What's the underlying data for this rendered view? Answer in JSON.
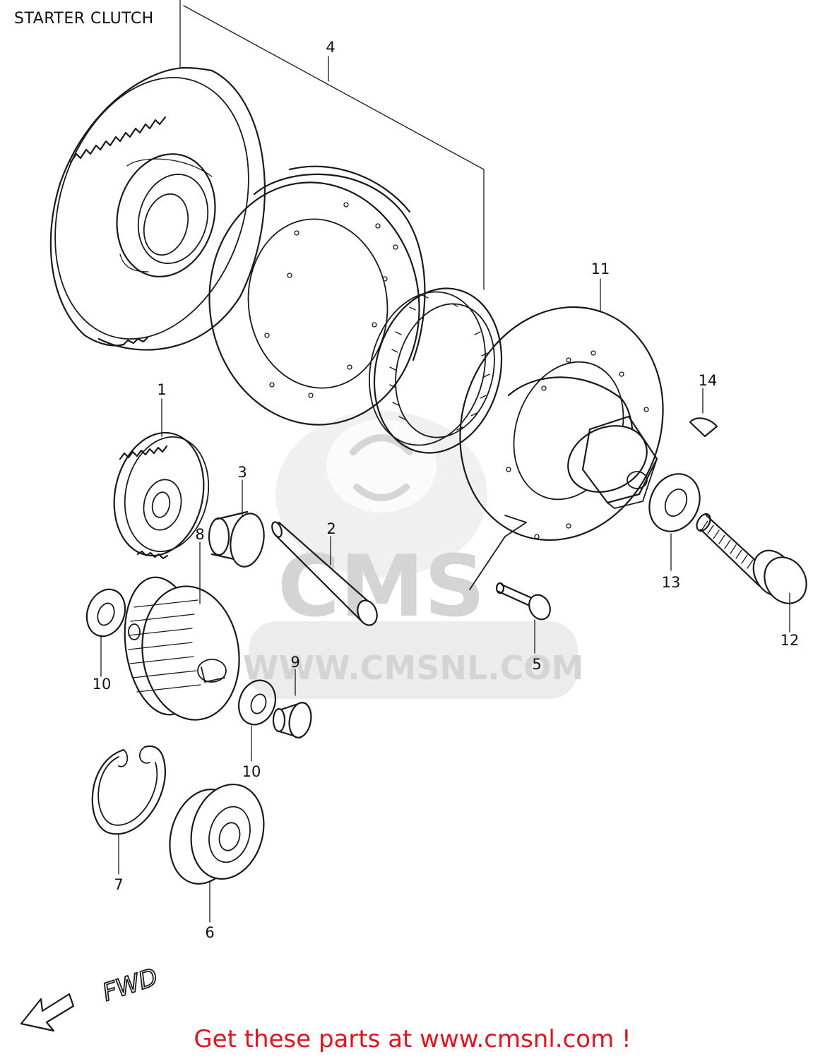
{
  "title": "STARTER CLUTCH",
  "watermark": {
    "brand": "CMS",
    "url": "WWW.CMSNL.COM"
  },
  "direction_label": "FWD",
  "callouts": [
    "1",
    "2",
    "3",
    "4",
    "5",
    "6",
    "7",
    "8",
    "9",
    "10",
    "10",
    "11",
    "12",
    "13",
    "14"
  ],
  "cta": "Get these parts at www.cmsnl.com !",
  "colors": {
    "cta": "#e0141e",
    "line": "#1a1a1a",
    "watermark": "#d4d4d4"
  }
}
